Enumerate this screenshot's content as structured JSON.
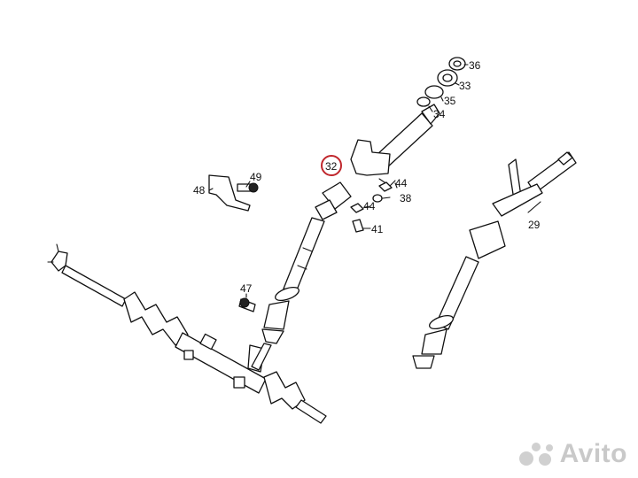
{
  "diagram": {
    "callouts": {
      "c36": "36",
      "c33": "33",
      "c35": "35",
      "c34": "34",
      "c32": "32",
      "c44a": "44",
      "c38": "38",
      "c44b": "44",
      "c41": "41",
      "c49": "49",
      "c48": "48",
      "c47": "47",
      "c29": "29"
    },
    "highlight": {
      "part": "32",
      "color": "#c0262c"
    }
  },
  "watermark": {
    "text": "Avito"
  }
}
